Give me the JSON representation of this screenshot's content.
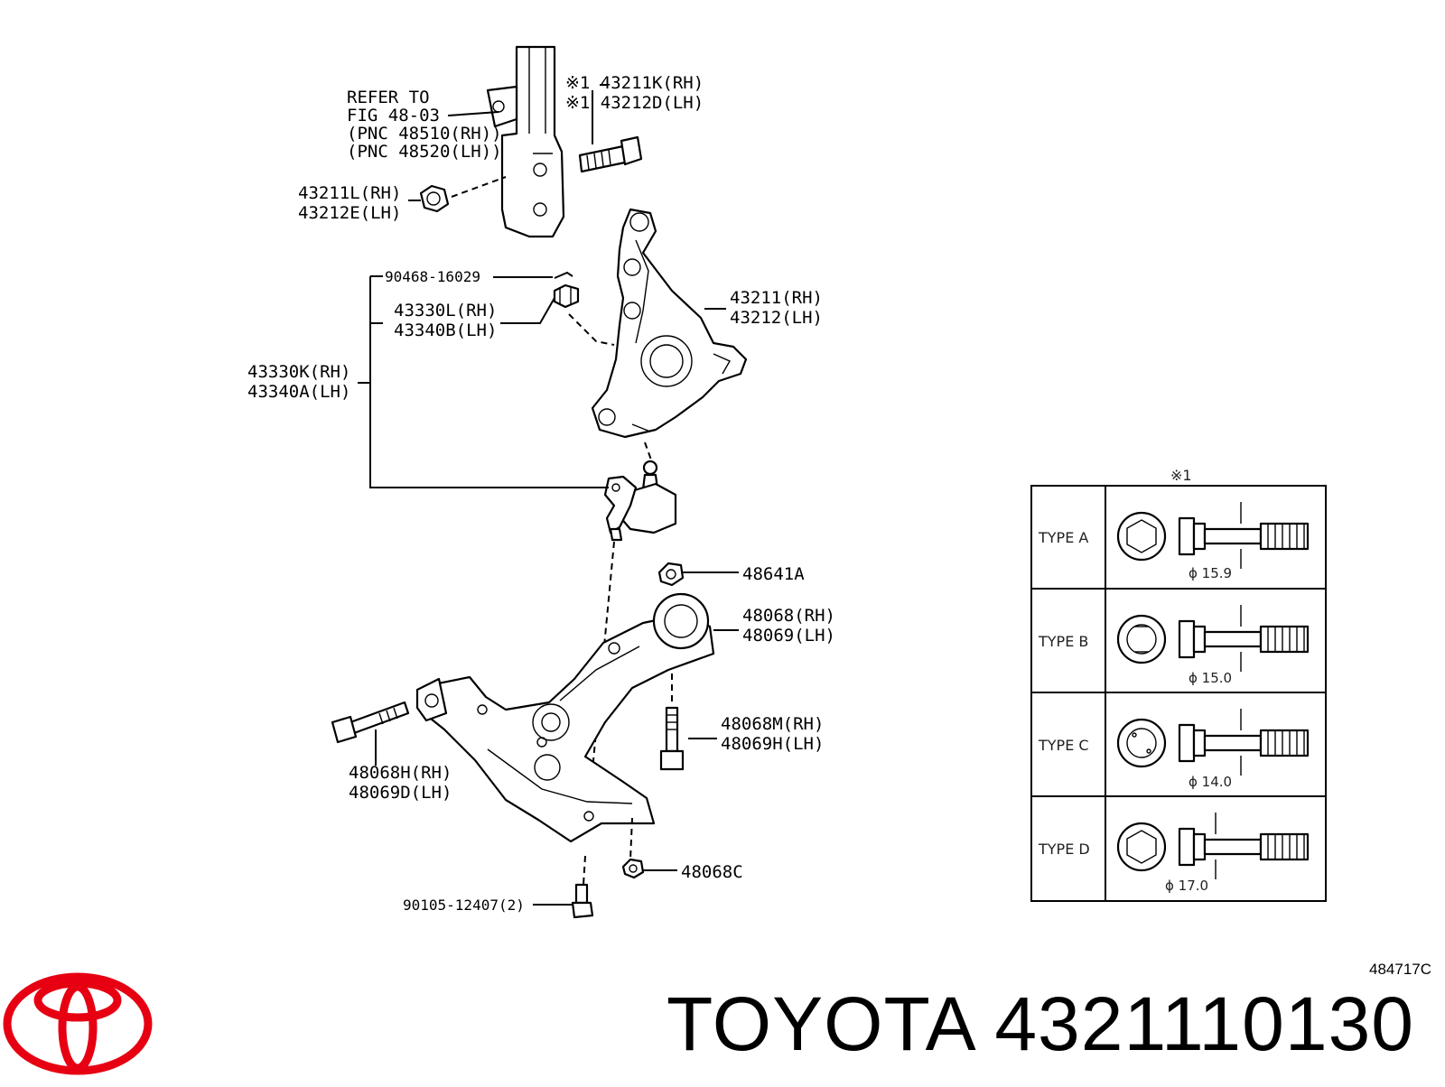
{
  "diagram_code": "484717C",
  "brand_name": "TOYOTA",
  "part_number": "4321110130",
  "brand_color": "#e60012",
  "logo": "toyota-logo",
  "labels": {
    "refer_1": "REFER TO",
    "refer_2": "FIG 48-03",
    "refer_3": "(PNC 48510(RH))",
    "refer_4": "(PNC 48520(LH))",
    "p43211k": "※1 43211K(RH)",
    "p43212d": "※1 43212D(LH)",
    "p43211l": "43211L(RH)",
    "p43212e": "43212E(LH)",
    "p90468": "90468-16029",
    "p43330l": "43330L(RH)",
    "p43340b": "43340B(LH)",
    "p43330k": "43330K(RH)",
    "p43340a": "43340A(LH)",
    "p43211": "43211(RH)",
    "p43212": "43212(LH)",
    "p48641a": "48641A",
    "p48068": "48068(RH)",
    "p48069": "48069(LH)",
    "p48068m": "48068M(RH)",
    "p48069h": "48069H(LH)",
    "p48068h": "48068H(RH)",
    "p48069d": "48069D(LH)",
    "p48068c": "48068C",
    "p90105": "90105-12407(2)"
  },
  "table": {
    "note": "※1",
    "rows": [
      {
        "type": "TYPE A",
        "diameter": "ϕ 15.9"
      },
      {
        "type": "TYPE B",
        "diameter": "ϕ 15.0"
      },
      {
        "type": "TYPE C",
        "diameter": "ϕ 14.0"
      },
      {
        "type": "TYPE D",
        "diameter": "ϕ 17.0"
      }
    ]
  }
}
